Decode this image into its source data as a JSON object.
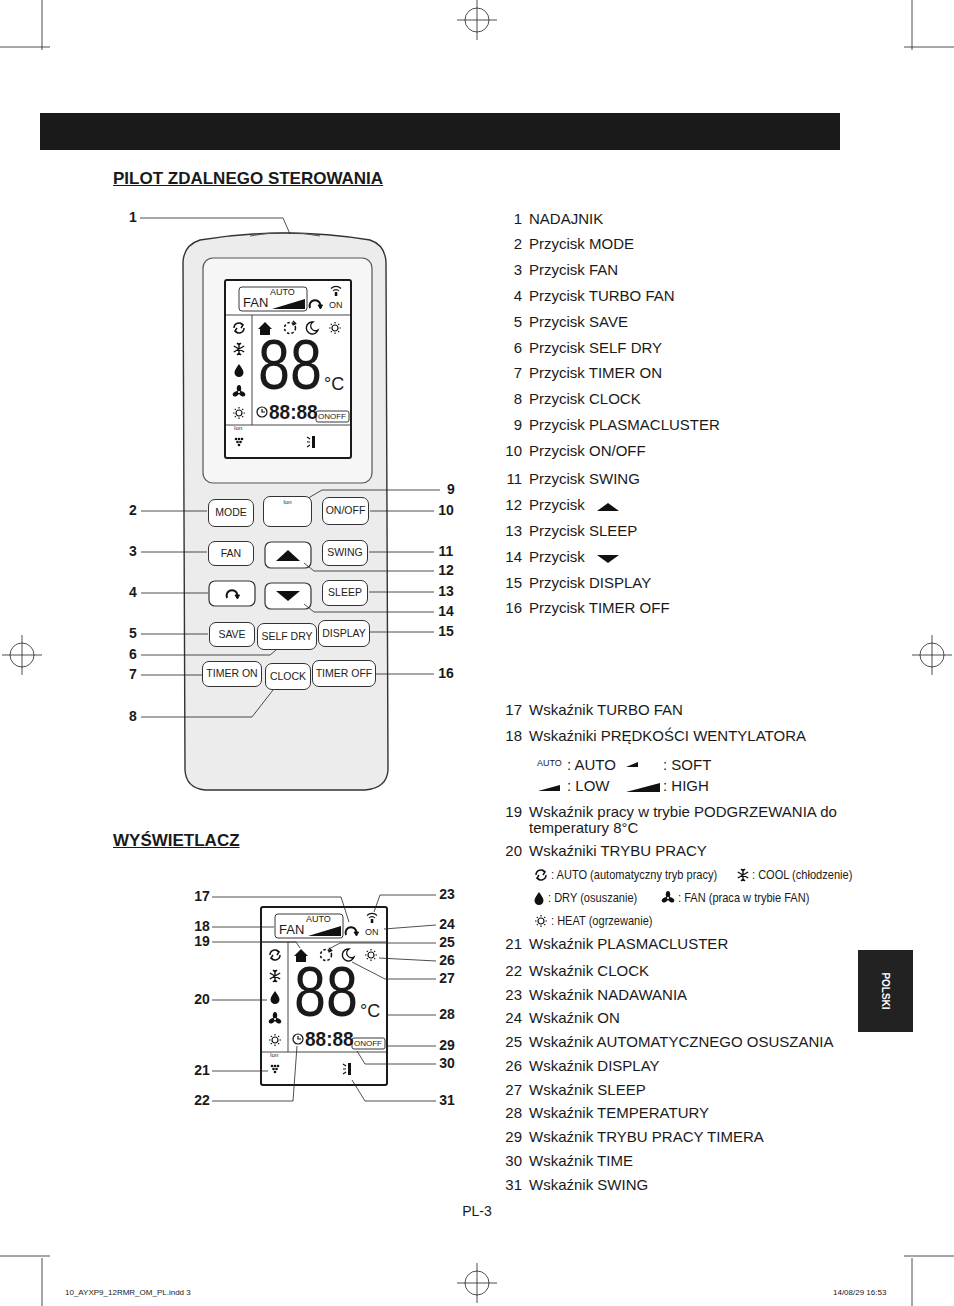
{
  "diagram": {
    "title": "PILOT ZDALNEGO STEROWANIA",
    "nodes": [
      {
        "text": [
          "MODE"
        ]
      },
      {
        "text": [
          "Ion"
        ]
      },
      {
        "text": [
          "ON/OFF"
        ]
      },
      {
        "text": [
          "FAN"
        ]
      },
      {
        "text": [
          "SWING"
        ]
      },
      {
        "text": [
          "SLEEP"
        ]
      },
      {
        "text": [
          "SAVE"
        ]
      },
      {
        "text": [
          "SELF DRY"
        ]
      },
      {
        "text": [
          "DISPLAY"
        ]
      },
      {
        "text": [
          "TIMER ON"
        ]
      },
      {
        "text": [
          "CLOCK"
        ]
      },
      {
        "text": [
          "TIMER OFF"
        ]
      }
    ],
    "labels": [
      "1",
      "2",
      "3",
      "4",
      "5",
      "6",
      "7",
      "8",
      "9",
      "10",
      "11",
      "12",
      "13",
      "14",
      "15",
      "16",
      "AUTO",
      "FAN",
      "ON",
      "88",
      "°C",
      "88:88",
      "ONOFF",
      "Ion",
      "WYŚWIETLACZ",
      "17",
      "18",
      "19",
      "20",
      "21",
      "22",
      "23",
      "24",
      "25",
      "26",
      "27",
      "28",
      "29",
      "30",
      "31",
      "AUTO",
      "FAN",
      "ON",
      "88",
      "°C",
      "88:88",
      "ONOFF",
      "Ion",
      "1",
      "NADAJNIK",
      "2",
      "Przycisk MODE",
      "3",
      "Przycisk FAN",
      "4",
      "Przycisk TURBO FAN",
      "5",
      "Przycisk SAVE",
      "6",
      "Przycisk SELF DRY",
      "7",
      "Przycisk TIMER ON",
      "8",
      "Przycisk CLOCK",
      "9",
      "Przycisk PLASMACLUSTER",
      "10",
      "Przycisk ON/OFF",
      "11",
      "Przycisk SWING",
      "12",
      "Przycisk",
      "13",
      "Przycisk SLEEP",
      "14",
      "Przycisk",
      "15",
      "Przycisk DISPLAY",
      "16",
      "Przycisk TIMER OFF",
      "17",
      "Wskaźnik TURBO FAN",
      "18",
      "Wskaźniki PRĘDKOŚCI WENTYLATORA",
      "AUTO",
      ": AUTO",
      ": SOFT",
      ": LOW",
      ": HIGH",
      "19",
      "Wskaźnik pracy w trybie PODGRZEWANIA do temperatury 8°C",
      "20",
      "Wskaźniki TRYBU PRACY",
      ": AUTO (automatyczny tryb pracy)",
      ": COOL (chłodzenie)",
      ": DRY (osuszanie)",
      ": FAN (praca w trybie FAN)",
      ": HEAT (ogrzewanie)",
      "21",
      "Wskaźnik PLASMACLUSTER",
      "22",
      "Wskaźnik CLOCK",
      "23",
      "Wskaźnik NADAWANIA",
      "24",
      "Wskaźnik ON",
      "25",
      "Wskaźnik AUTOMATYCZNEGO OSUSZANIA",
      "26",
      "Wskaźnik DISPLAY",
      "27",
      "Wskaźnik SLEEP",
      "28",
      "Wskaźnik TEMPERATURY",
      "29",
      "Wskaźnik TRYBU PRACY TIMERA",
      "30",
      "Wskaźnik TIME",
      "31",
      "Wskaźnik SWING",
      "PL-3",
      "POLSKI",
      "10_AYXP9_12RMR_OM_PL.indd 3",
      "14/08/29 16:53"
    ]
  }
}
